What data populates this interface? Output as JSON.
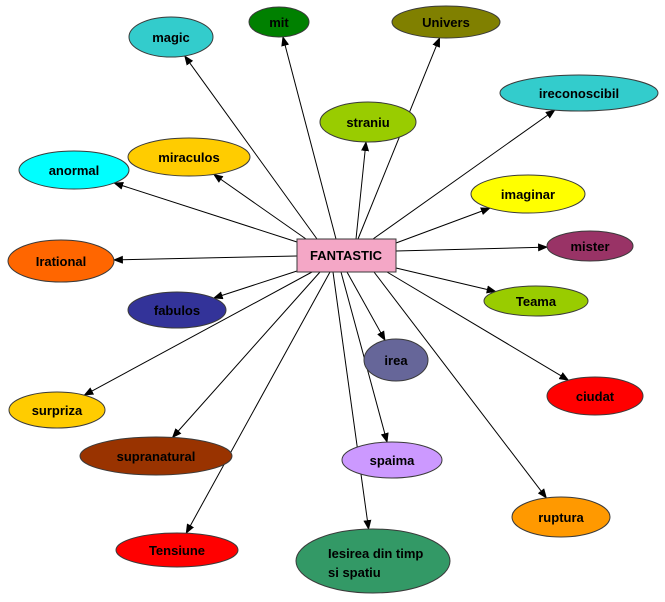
{
  "center": {
    "label": "FANTASTIC",
    "fill": "#f4a7c6"
  },
  "nodes": [
    {
      "id": "magic",
      "label": "magic",
      "fill": "#33cccc"
    },
    {
      "id": "mit",
      "label": "mit",
      "fill": "#008000"
    },
    {
      "id": "univers",
      "label": "Univers",
      "fill": "#808000"
    },
    {
      "id": "ireconoscibil",
      "label": "ireconoscibil",
      "fill": "#33cccc"
    },
    {
      "id": "straniu",
      "label": "straniu",
      "fill": "#99cc00"
    },
    {
      "id": "miraculos",
      "label": "miraculos",
      "fill": "#ffcc00"
    },
    {
      "id": "anormal",
      "label": "anormal",
      "fill": "#00ffff"
    },
    {
      "id": "imaginar",
      "label": "imaginar",
      "fill": "#ffff00"
    },
    {
      "id": "irational",
      "label": "Irational",
      "fill": "#ff6600"
    },
    {
      "id": "mister",
      "label": "mister",
      "fill": "#993366"
    },
    {
      "id": "teama",
      "label": "Teama",
      "fill": "#99cc00"
    },
    {
      "id": "fabulos",
      "label": "fabulos",
      "fill": "#333399"
    },
    {
      "id": "irea",
      "label": "irea",
      "fill": "#666699"
    },
    {
      "id": "ciudat",
      "label": "ciudat",
      "fill": "#ff0000"
    },
    {
      "id": "surpriza",
      "label": "surpriza",
      "fill": "#ffcc00"
    },
    {
      "id": "supranatural",
      "label": "supranatural",
      "fill": "#993300"
    },
    {
      "id": "spaima",
      "label": "spaima",
      "fill": "#cc99ff"
    },
    {
      "id": "ruptura",
      "label": "ruptura",
      "fill": "#ff9900"
    },
    {
      "id": "tensiune",
      "label": "Tensiune",
      "fill": "#ff0000"
    },
    {
      "id": "iesirea",
      "label": [
        "Iesirea din timp",
        "si spatiu"
      ],
      "fill": "#339966"
    }
  ]
}
